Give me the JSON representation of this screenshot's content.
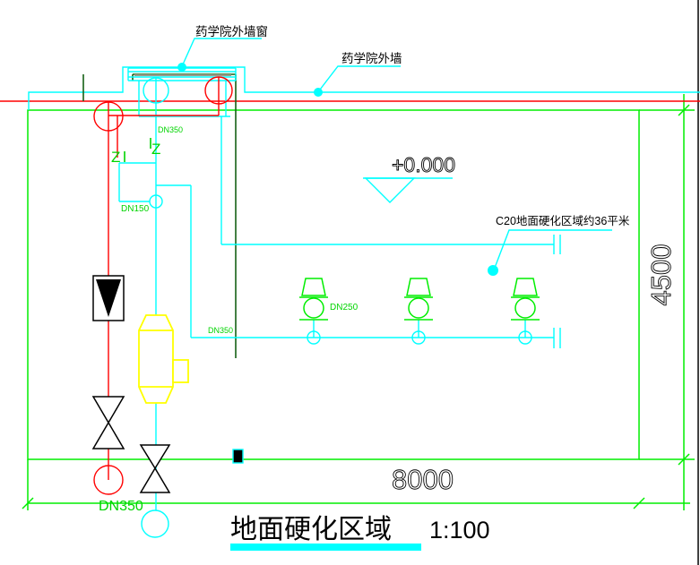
{
  "title_block": {
    "title": "地面硬化区域",
    "scale": "1:100"
  },
  "annotations": {
    "window_label": "药学院外墙窗",
    "wall_label": "药学院外墙",
    "area_note": "C20地面硬化区域约36平米",
    "elevation_marker": "+0.000"
  },
  "dimensions": {
    "horizontal": "8000",
    "vertical": "4500"
  },
  "pipe_labels": {
    "riser": "DN350",
    "branch": "DN150",
    "sprinkler_header": "DN250",
    "feed": "DN350",
    "supply_bottom": "DN350"
  },
  "valve_tags": {
    "left": "Z",
    "right": "Z"
  },
  "colors": {
    "boundary_green": "#00ee00",
    "wall_dark_green": "#156015",
    "pipe_cyan": "#00ffff",
    "pipe_red": "#ff0000",
    "equipment_yellow": "#ffff00",
    "annotation_black": "#000000"
  }
}
